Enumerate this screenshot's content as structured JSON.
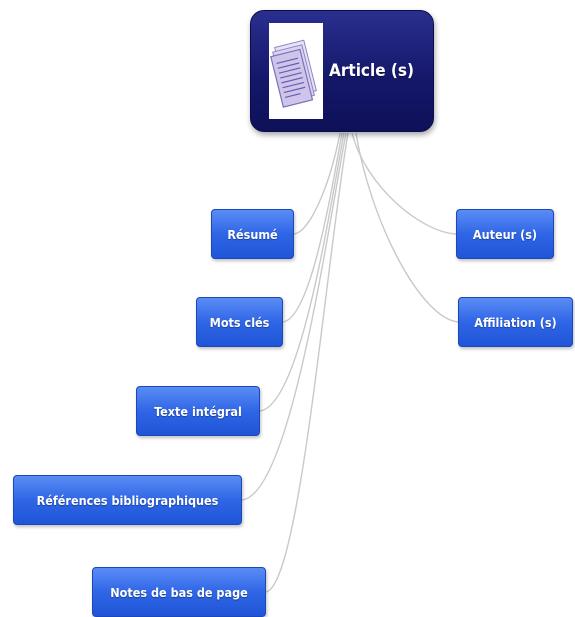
{
  "diagram": {
    "root": {
      "label": "Article (s)",
      "icon": "document-stack-icon"
    },
    "left_topics": [
      {
        "id": "resume",
        "label": "Résumé"
      },
      {
        "id": "mots-cles",
        "label": "Mots clés"
      },
      {
        "id": "texte-integral",
        "label": "Texte intégral"
      },
      {
        "id": "references",
        "label": "Références bibliographiques"
      },
      {
        "id": "notes",
        "label": "Notes de bas de page"
      }
    ],
    "right_topics": [
      {
        "id": "auteur",
        "label": "Auteur (s)"
      },
      {
        "id": "affiliation",
        "label": "Affiliation (s)"
      }
    ],
    "colors": {
      "root_fill": "#15186a",
      "topic_fill": "#2f66e6",
      "connector": "#c9c9c9",
      "icon_paper": "#a99bd6"
    }
  }
}
